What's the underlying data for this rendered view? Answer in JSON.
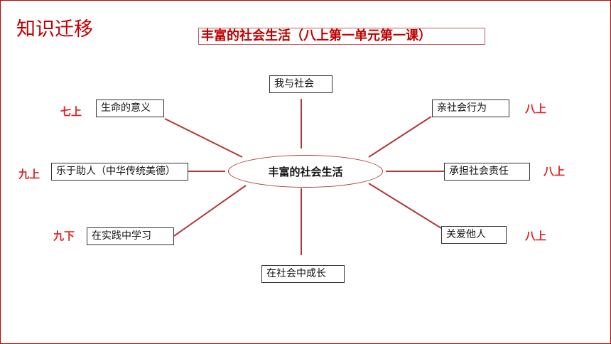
{
  "slide": {
    "heading": "知识迁移",
    "subtitle": "丰富的社会生活（八上第一单元第一课）"
  },
  "diagram": {
    "center": "丰富的社会生活",
    "nodes": [
      {
        "label": "我与社会",
        "grade": ""
      },
      {
        "label": "生命的意义",
        "grade": "七上"
      },
      {
        "label": "亲社会行为",
        "grade": "八上"
      },
      {
        "label": "乐于助人（中华传统美德）",
        "grade": "九上"
      },
      {
        "label": "承担社会责任",
        "grade": "八上"
      },
      {
        "label": "在实践中学习",
        "grade": "九下"
      },
      {
        "label": "关爱他人",
        "grade": "八上"
      },
      {
        "label": "在社会中成长",
        "grade": ""
      }
    ]
  },
  "colors": {
    "accent": "#c00000",
    "grade": "#e02020",
    "connector": "#b03a3a",
    "box_border": "#333333"
  }
}
